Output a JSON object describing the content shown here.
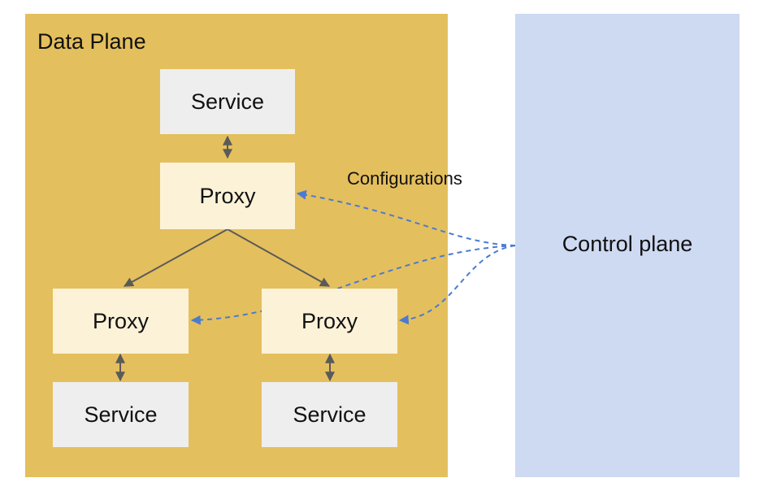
{
  "data_plane": {
    "title": "Data Plane"
  },
  "control_plane": {
    "label": "Control plane"
  },
  "configurations_label": "Configurations",
  "nodes": {
    "service_top": "Service",
    "proxy_top": "Proxy",
    "proxy_left": "Proxy",
    "proxy_right": "Proxy",
    "service_left": "Service",
    "service_right": "Service"
  },
  "colors": {
    "data_plane": "#e4bf5d",
    "control_plane": "#ced9f2",
    "service": "#eeeeee",
    "proxy": "#fcf2d8",
    "link": "#5a5a5a",
    "config_link": "#4a7bd0"
  }
}
